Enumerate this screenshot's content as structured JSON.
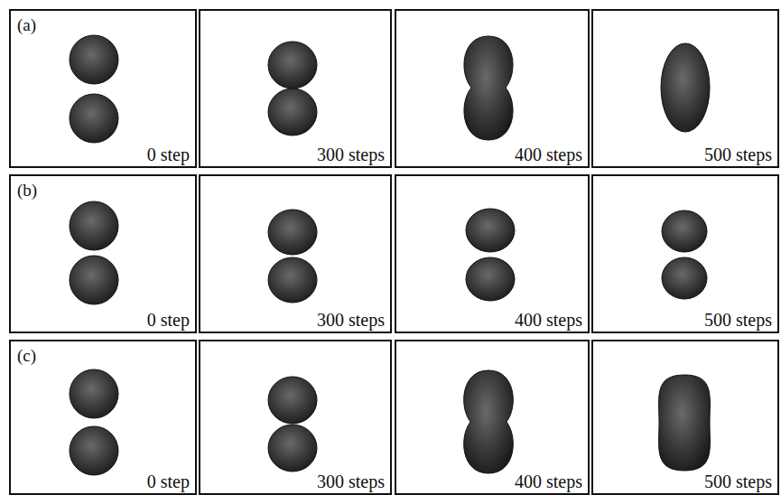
{
  "diagram": {
    "nodes": [
      {
        "text": [
          "(a)",
          "0 step"
        ]
      },
      {
        "text": [
          "300 steps"
        ]
      },
      {
        "text": [
          "400 steps"
        ]
      },
      {
        "text": [
          "500 steps"
        ]
      },
      {
        "text": [
          "(b)",
          "0 step"
        ]
      },
      {
        "text": [
          "300 steps"
        ]
      },
      {
        "text": [
          "400 steps"
        ]
      },
      {
        "text": [
          "500 steps"
        ]
      },
      {
        "text": [
          "(c)",
          "0 step"
        ]
      },
      {
        "text": [
          "300 steps"
        ]
      },
      {
        "text": [
          "400 steps"
        ]
      },
      {
        "text": [
          "500 steps"
        ]
      }
    ]
  }
}
